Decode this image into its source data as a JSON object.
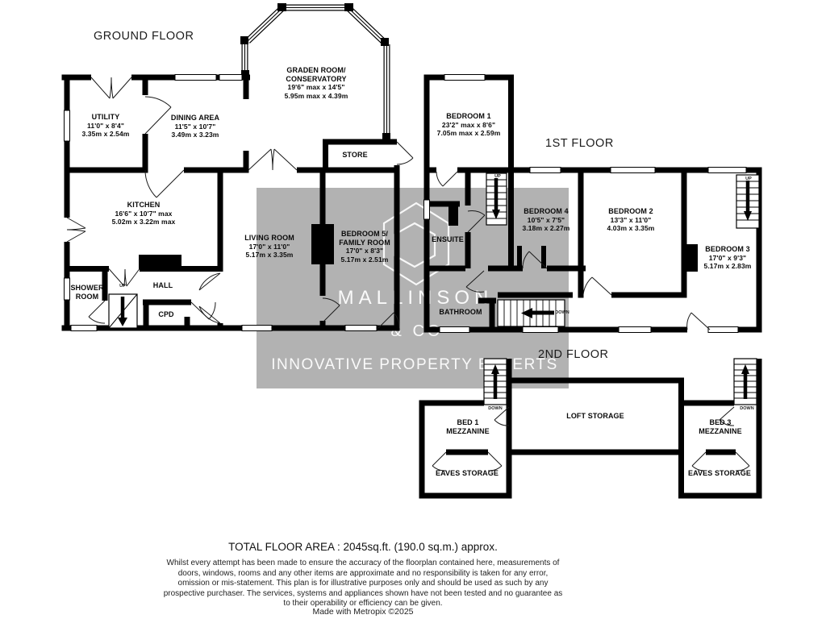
{
  "floors": {
    "ground": {
      "title": "GROUND FLOOR"
    },
    "first": {
      "title": "1ST FLOOR"
    },
    "second": {
      "title": "2ND FLOOR"
    }
  },
  "rooms": {
    "utility": {
      "name": "UTILITY",
      "size_ft": "11'0\" x 8'4\"",
      "size_m": "3.35m x 2.54m"
    },
    "dining": {
      "name": "DINING AREA",
      "size_ft": "11'5\" x 10'7\"",
      "size_m": "3.49m x 3.23m"
    },
    "conservatory": {
      "name": "GRADEN ROOM/\nCONSERVATORY",
      "size_ft": "19'6\" max x 14'5\"",
      "size_m": "5.95m max x 4.39m"
    },
    "store": {
      "name": "STORE"
    },
    "kitchen": {
      "name": "KITCHEN",
      "size_ft": "16'6\" x 10'7\" max",
      "size_m": "5.02m x 3.22m max"
    },
    "living": {
      "name": "LIVING ROOM",
      "size_ft": "17'0\" x 11'0\"",
      "size_m": "5.17m x 3.35m"
    },
    "bedroom5": {
      "name": "BEDROOM 5/\nFAMILY ROOM",
      "size_ft": "17'0\" x 8'3\"",
      "size_m": "5.17m x 2.51m"
    },
    "shower": {
      "name": "SHOWER\nROOM"
    },
    "hall": {
      "name": "HALL"
    },
    "cpd": {
      "name": "CPD"
    },
    "bedroom1": {
      "name": "BEDROOM 1",
      "size_ft": "23'2\" max x 8'6\"",
      "size_m": "7.05m max x 2.59m"
    },
    "bedroom4": {
      "name": "BEDROOM 4",
      "size_ft": "10'5\" x 7'5\"",
      "size_m": "3.18m x 2.27m"
    },
    "bedroom2": {
      "name": "BEDROOM 2",
      "size_ft": "13'3\" x 11'0\"",
      "size_m": "4.03m x 3.35m"
    },
    "bedroom3": {
      "name": "BEDROOM 3",
      "size_ft": "17'0\" x 9'3\"",
      "size_m": "5.17m x 2.83m"
    },
    "ensuite": {
      "name": "ENSUITE"
    },
    "bathroom": {
      "name": "BATHROOM"
    },
    "bed1_mezzanine": {
      "name": "BED 1\nMEZZANINE"
    },
    "bed3_mezzanine": {
      "name": "BED 3\nMEZZANINE"
    },
    "loft_storage": {
      "name": "LOFT  STORAGE"
    },
    "eaves_storage_left": {
      "name": "EAVES STORAGE"
    },
    "eaves_storage_right": {
      "name": "EAVES STORAGE"
    }
  },
  "stairs": {
    "up": "UP",
    "down": "DOWN"
  },
  "watermark": {
    "name": "MALLINSON",
    "suffix": "& CO",
    "tagline": "INNOVATIVE PROPERTY EXPERTS"
  },
  "footer": {
    "total_area": "TOTAL FLOOR AREA : 2045sq.ft. (190.0 sq.m.) approx.",
    "disclaimer": "Whilst every attempt has been made to ensure the accuracy of the floorplan contained here, measurements of doors, windows, rooms and any other items are approximate and no responsibility is taken for any error, omission or mis-statement. This plan is for illustrative purposes only and should be used as such by any prospective purchaser. The services, systems and appliances shown have not been tested and no guarantee as to their operability or efficiency can be given.",
    "credit": "Made with Metropix ©2025"
  },
  "colors": {
    "wall": "#000000",
    "watermark_grey": "#b2b2b2",
    "paper": "#ffffff"
  }
}
